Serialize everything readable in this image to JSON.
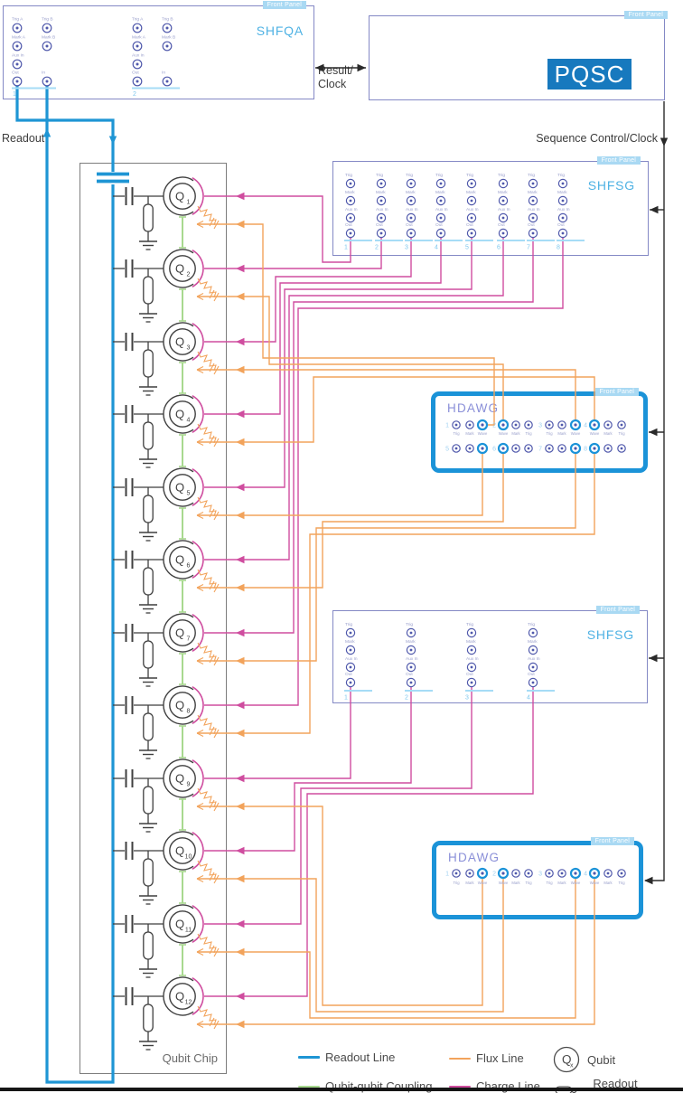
{
  "instruments": {
    "shfqa": {
      "front_panel": "Front Panel",
      "title": "SHFQA",
      "rows": [
        [
          "Trig A",
          "Trig B"
        ],
        [
          "Mark A",
          "Mark B"
        ],
        [
          "Aux In",
          ""
        ],
        [
          "Out",
          "In"
        ]
      ],
      "channels": [
        "1",
        "2"
      ]
    },
    "pqsc": {
      "front_panel": "Front Panel",
      "title": "PQSC"
    },
    "shfsg8": {
      "front_panel": "Front Panel",
      "title": "SHFSG",
      "port_labels": [
        "Trig",
        "Mark",
        "Aux In",
        "Out"
      ],
      "channels": [
        "1",
        "2",
        "3",
        "4",
        "5",
        "6",
        "7",
        "8"
      ]
    },
    "shfsg4": {
      "front_panel": "Front Panel",
      "title": "SHFSG",
      "port_labels": [
        "Trig",
        "Mark",
        "Aux In",
        "Out"
      ],
      "channels": [
        "1",
        "2",
        "3",
        "4"
      ]
    },
    "hdawg8": {
      "front_panel": "Front Panel",
      "title": "HDAWG",
      "rows": [
        [
          {
            "number": "1",
            "labels": [
              "Trig",
              "Mark",
              "Wave"
            ],
            "wave": 2
          },
          {
            "number": "2",
            "labels": [
              "Wave",
              "Mark",
              "Trig"
            ],
            "wave": 0
          },
          {
            "number": "3",
            "labels": [
              "Trig",
              "Mark",
              "Wave"
            ],
            "wave": 2
          },
          {
            "number": "4",
            "labels": [
              "Wave",
              "Mark",
              "Trig"
            ],
            "wave": 0
          }
        ],
        [
          {
            "number": "5",
            "labels": [],
            "wave": 2
          },
          {
            "number": "6",
            "labels": [],
            "wave": 0
          },
          {
            "number": "7",
            "labels": [],
            "wave": 2
          },
          {
            "number": "8",
            "labels": [],
            "wave": 0
          }
        ]
      ]
    },
    "hdawg4": {
      "front_panel": "Front Panel",
      "title": "HDAWG",
      "rows": [
        [
          {
            "number": "1",
            "labels": [
              "Trig",
              "Mark",
              "Wave"
            ],
            "wave": 2
          },
          {
            "number": "2",
            "labels": [
              "Wave",
              "Mark",
              "Trig"
            ],
            "wave": 0
          },
          {
            "number": "3",
            "labels": [
              "Trig",
              "Mark",
              "Wave"
            ],
            "wave": 2
          },
          {
            "number": "4",
            "labels": [
              "Wave",
              "Mark",
              "Trig"
            ],
            "wave": 0
          }
        ]
      ]
    }
  },
  "connections": {
    "result_clock_line1": "Result/",
    "result_clock_line2": "Clock",
    "sequence_label": "Sequence Control/Clock",
    "readout_label": "Readout"
  },
  "chip": {
    "label": "Qubit Chip",
    "qubit_prefix": "Q",
    "qubits": [
      "1",
      "2",
      "3",
      "4",
      "5",
      "6",
      "7",
      "8",
      "9",
      "10",
      "11",
      "12"
    ]
  },
  "wiring": {
    "readout_loop": "SHFQA ch1 Out -> Qubit Chip feedline -> SHFQA ch1 In",
    "result_clock": "SHFQA <-> PQSC",
    "sequence_clock": "PQSC -> SHFSG(8ch), HDAWG(8ch), SHFSG(4ch), HDAWG(4ch)",
    "charge_lines": [
      "SHFSG8 Out1>Q1",
      "SHFSG8 Out2>Q2",
      "SHFSG8 Out3>Q3",
      "SHFSG8 Out4>Q4",
      "SHFSG8 Out5>Q5",
      "SHFSG8 Out6>Q6",
      "SHFSG8 Out7>Q7",
      "SHFSG8 Out8>Q8",
      "SHFSG4 Out1>Q9",
      "SHFSG4 Out2>Q10",
      "SHFSG4 Out3>Q11",
      "SHFSG4 Out4>Q12"
    ],
    "flux_lines": [
      "HDAWG8 Wave1>Q1",
      "HDAWG8 Wave2>Q2",
      "HDAWG8 Wave3>Q3",
      "HDAWG8 Wave4>Q4",
      "HDAWG8 Wave5>Q5",
      "HDAWG8 Wave6>Q6",
      "HDAWG8 Wave7>Q7",
      "HDAWG8 Wave8>Q8",
      "HDAWG4 Wave1>Q9",
      "HDAWG4 Wave2>Q10",
      "HDAWG4 Wave3>Q11",
      "HDAWG4 Wave4>Q12"
    ]
  },
  "legend": {
    "readout": {
      "label": "Readout Line"
    },
    "flux": {
      "label": "Flux Line"
    },
    "coupling": {
      "label": "Qubit-qubit Coupling"
    },
    "charge": {
      "label": "Charge Line"
    },
    "qubit": {
      "label": "Qubit",
      "symbol_main": "Q",
      "symbol_sub": "x"
    },
    "resonator": {
      "label": "Readout Resonator"
    }
  },
  "colors": {
    "readout": "#1e95d4",
    "flux": "#f2a35b",
    "charge": "#cf4d9f",
    "coupling": "#a8d98f",
    "panel_border": "#8489c5",
    "hdawg_border": "#1b93d8",
    "channel_accent": "#7ec8ee",
    "title_blue": "#4fb2e4",
    "badge_bg": "#a9d9f3",
    "pqsc_bg": "#1779be",
    "circuit_ink": "#3f3f3f",
    "arrow_ink": "#2a2a2a"
  }
}
